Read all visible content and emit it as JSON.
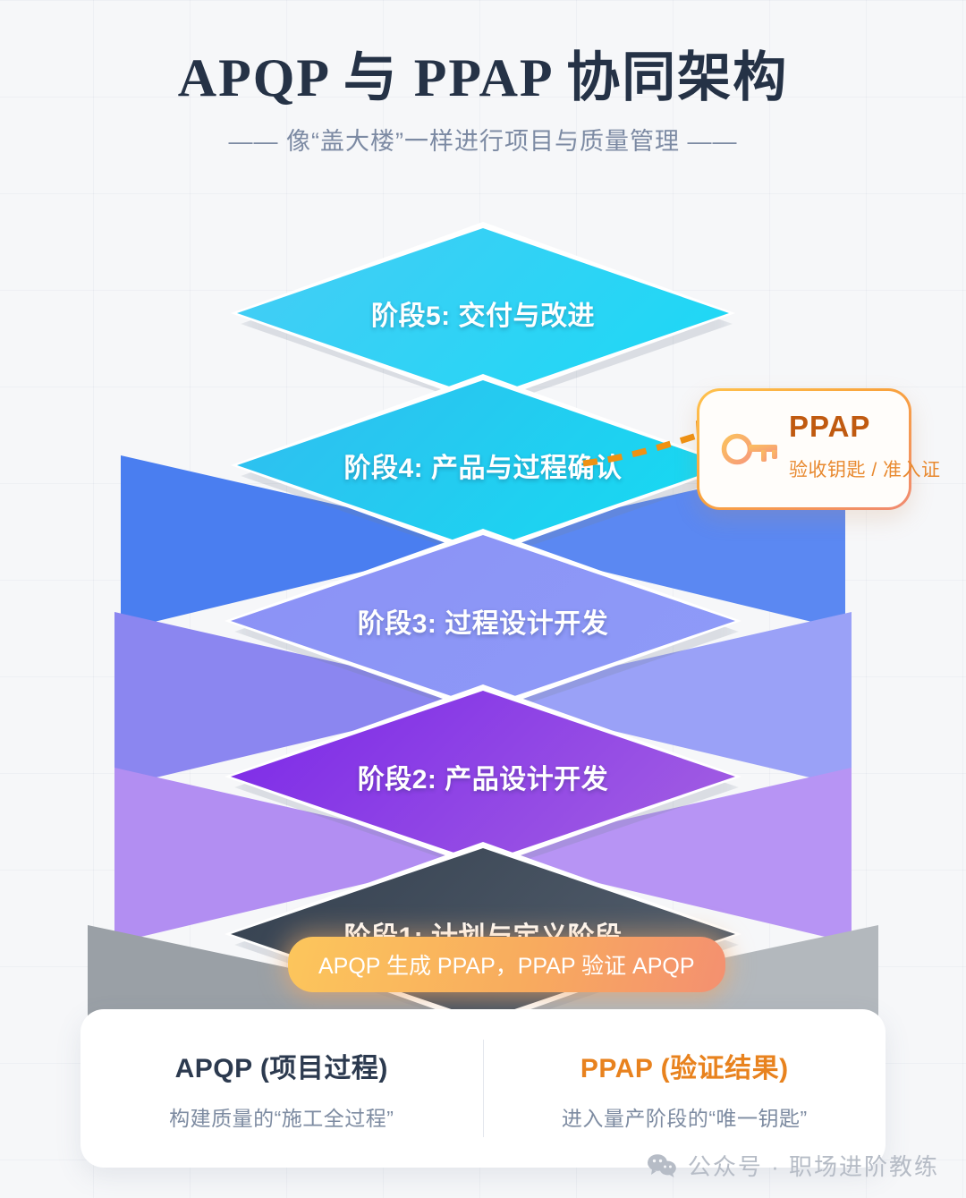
{
  "header": {
    "title": "APQP 与 PPAP 协同架构",
    "subtitle": "—— 像“盖大楼”一样进行项目与质量管理 ——"
  },
  "pyramid": {
    "layers": [
      {
        "label": "阶段5: 交付与改进",
        "top_from": "#46ccf5",
        "top_to": "#1ad9f5",
        "wing_left": "#46ccf5",
        "wing_right": "#21c9ee"
      },
      {
        "label": "阶段4: 产品与过程确认",
        "top_from": "#31bdef",
        "top_to": "#14dcf2",
        "wing_left": "#4a7ef0",
        "wing_right": "#5b88f2"
      },
      {
        "label": "阶段3: 过程设计开发",
        "top_from": "#8b91f5",
        "top_to": "#8e9bf8",
        "wing_left": "#8b86f0",
        "wing_right": "#9aa1f7"
      },
      {
        "label": "阶段2: 产品设计开发",
        "top_from": "#7b28e8",
        "top_to": "#a461e2",
        "wing_left": "#b28ef2",
        "wing_right": "#b794f4"
      },
      {
        "label": "阶段1: 计划与定义阶段",
        "top_from": "#34404f",
        "top_to": "#56616f",
        "wing_left": "#9aa0a6",
        "wing_right": "#b3b8bd"
      }
    ]
  },
  "ppap_callout": {
    "title": "PPAP",
    "subtitle": "验收钥匙 / 准入证",
    "icon": "key-icon"
  },
  "pill_badge": {
    "text": "APQP 生成 PPAP，PPAP 验证 APQP"
  },
  "bottom_card": {
    "columns": [
      {
        "title": "APQP (项目过程)",
        "subtitle": "构建质量的“施工全过程”"
      },
      {
        "title": "PPAP (验证结果)",
        "subtitle": "进入量产阶段的“唯一钥匙”"
      }
    ]
  },
  "watermark": {
    "text": "公众号 · 职场进阶教练",
    "icon": "wechat-icon"
  },
  "colors": {
    "title": "#253246",
    "subtitle": "#7c8aa3",
    "accent_orange": "#e8821e",
    "ppap_title": "#c05a10",
    "background": "#f6f7f9"
  }
}
